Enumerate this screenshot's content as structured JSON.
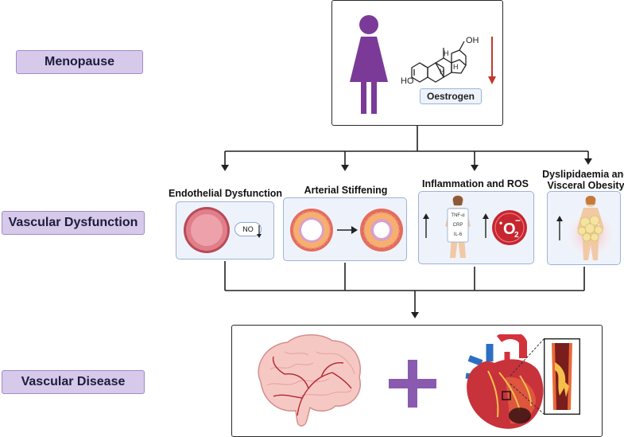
{
  "stages": {
    "menopause": "Menopause",
    "vascular_dysfunction": "Vascular Dysfunction",
    "vascular_disease": "Vascular Disease"
  },
  "hormone": {
    "label": "Oestrogen",
    "oh_top": "OH",
    "ho_left": "HO",
    "h1": "H",
    "h2": "H",
    "h3": "H"
  },
  "mechanisms": [
    {
      "title": "Endothelial Dysfunction",
      "badge": "NO"
    },
    {
      "title": "Arterial Stiffening"
    },
    {
      "title": "Inflammation and ROS",
      "markers": [
        "TNF-α",
        "CRP",
        "IL-6"
      ],
      "ros_symbol": "O",
      "ros_sub": "2",
      "ros_sup": "•",
      "ros_charge": "−"
    },
    {
      "title_line1": "Dyslipidaemia and",
      "title_line2": "Visceral Obesity"
    }
  ],
  "colors": {
    "stage_fill": "#d6c9ea",
    "mechanism_fill": "#eef3fb",
    "purple_figure": "#7b3a98",
    "decrease_arrow": "#c0392b",
    "plus": "#8a5ab0"
  },
  "icons": [
    "female-figure-icon",
    "estradiol-structure-icon",
    "down-arrow-icon",
    "artery-cross-section-icon",
    "stiff-artery-icon",
    "inflamed-body-icon",
    "superoxide-icon",
    "obese-body-icon",
    "brain-icon",
    "plus-icon",
    "heart-icon",
    "plaque-artery-icon"
  ]
}
